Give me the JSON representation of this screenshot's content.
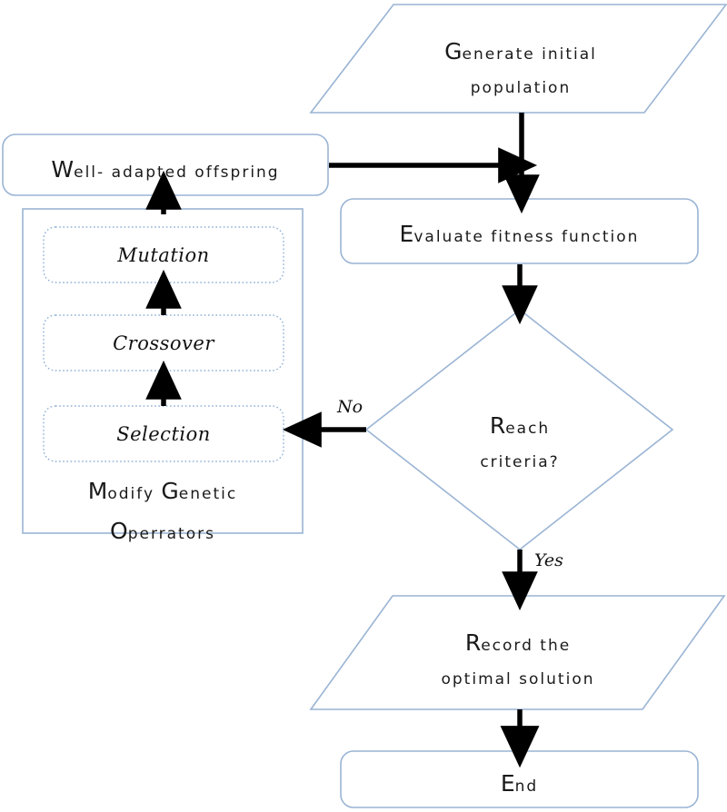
{
  "diagram": {
    "type": "flowchart",
    "title": "Genetic Algorithm Flowchart",
    "colors": {
      "shape_stroke": "#9ab4d4",
      "dotted_stroke": "#8fb0d8",
      "arrow": "#000000",
      "text": "#1a1a1a",
      "background": "#ffffff"
    },
    "nodes": {
      "generate": {
        "shape": "parallelogram",
        "label_cap": "G",
        "label_line1": "enerate initial",
        "label_line2": "population",
        "full_label": "Generate initial population"
      },
      "evaluate": {
        "shape": "rounded-rectangle",
        "label_cap": "E",
        "label_rest": "valuate fitness function",
        "full_label": "Evaluate fitness function"
      },
      "decision": {
        "shape": "diamond",
        "label_cap": "R",
        "label_line1": "each",
        "label_line2": "criteria?",
        "full_label": "Reach criteria?"
      },
      "record": {
        "shape": "parallelogram",
        "label_cap": "R",
        "label_line1": "ecord the",
        "label_line2": "optimal solution",
        "full_label": "Record the optimal solution"
      },
      "end": {
        "shape": "rounded-rectangle",
        "label_cap": "E",
        "label_rest": "nd",
        "full_label": "End"
      },
      "offspring": {
        "shape": "rounded-rectangle",
        "label_cap": "W",
        "label_rest": "ell- adapted offspring",
        "full_label": "Well- adapted offspring"
      },
      "operators_group": {
        "shape": "rectangle",
        "caption_cap1": "M",
        "caption_line1_a": "odify ",
        "caption_cap2": "G",
        "caption_line1_b": "enetic",
        "caption_cap3": "O",
        "caption_line2": "perrators",
        "full_caption": "Modify Genetic Operrators"
      }
    },
    "operators": [
      {
        "label": "Mutation",
        "shape": "dotted-rounded-rectangle"
      },
      {
        "label": "Crossover",
        "shape": "dotted-rounded-rectangle"
      },
      {
        "label": "Selection",
        "shape": "dotted-rounded-rectangle"
      }
    ],
    "edge_labels": {
      "no": "No",
      "yes": "Yes"
    },
    "edges": [
      {
        "from": "generate",
        "to": "evaluate",
        "style": "solid",
        "label": ""
      },
      {
        "from": "evaluate",
        "to": "decision",
        "style": "solid",
        "label": ""
      },
      {
        "from": "decision",
        "to": "selection",
        "style": "solid",
        "label": "No"
      },
      {
        "from": "decision",
        "to": "record",
        "style": "solid",
        "label": "Yes"
      },
      {
        "from": "record",
        "to": "end",
        "style": "solid",
        "label": ""
      },
      {
        "from": "selection",
        "to": "crossover",
        "style": "dashed",
        "label": ""
      },
      {
        "from": "crossover",
        "to": "mutation",
        "style": "solid",
        "label": ""
      },
      {
        "from": "operators_group",
        "to": "offspring",
        "style": "dashed",
        "label": ""
      },
      {
        "from": "offspring",
        "to": "evaluate",
        "style": "solid",
        "label": ""
      }
    ]
  }
}
